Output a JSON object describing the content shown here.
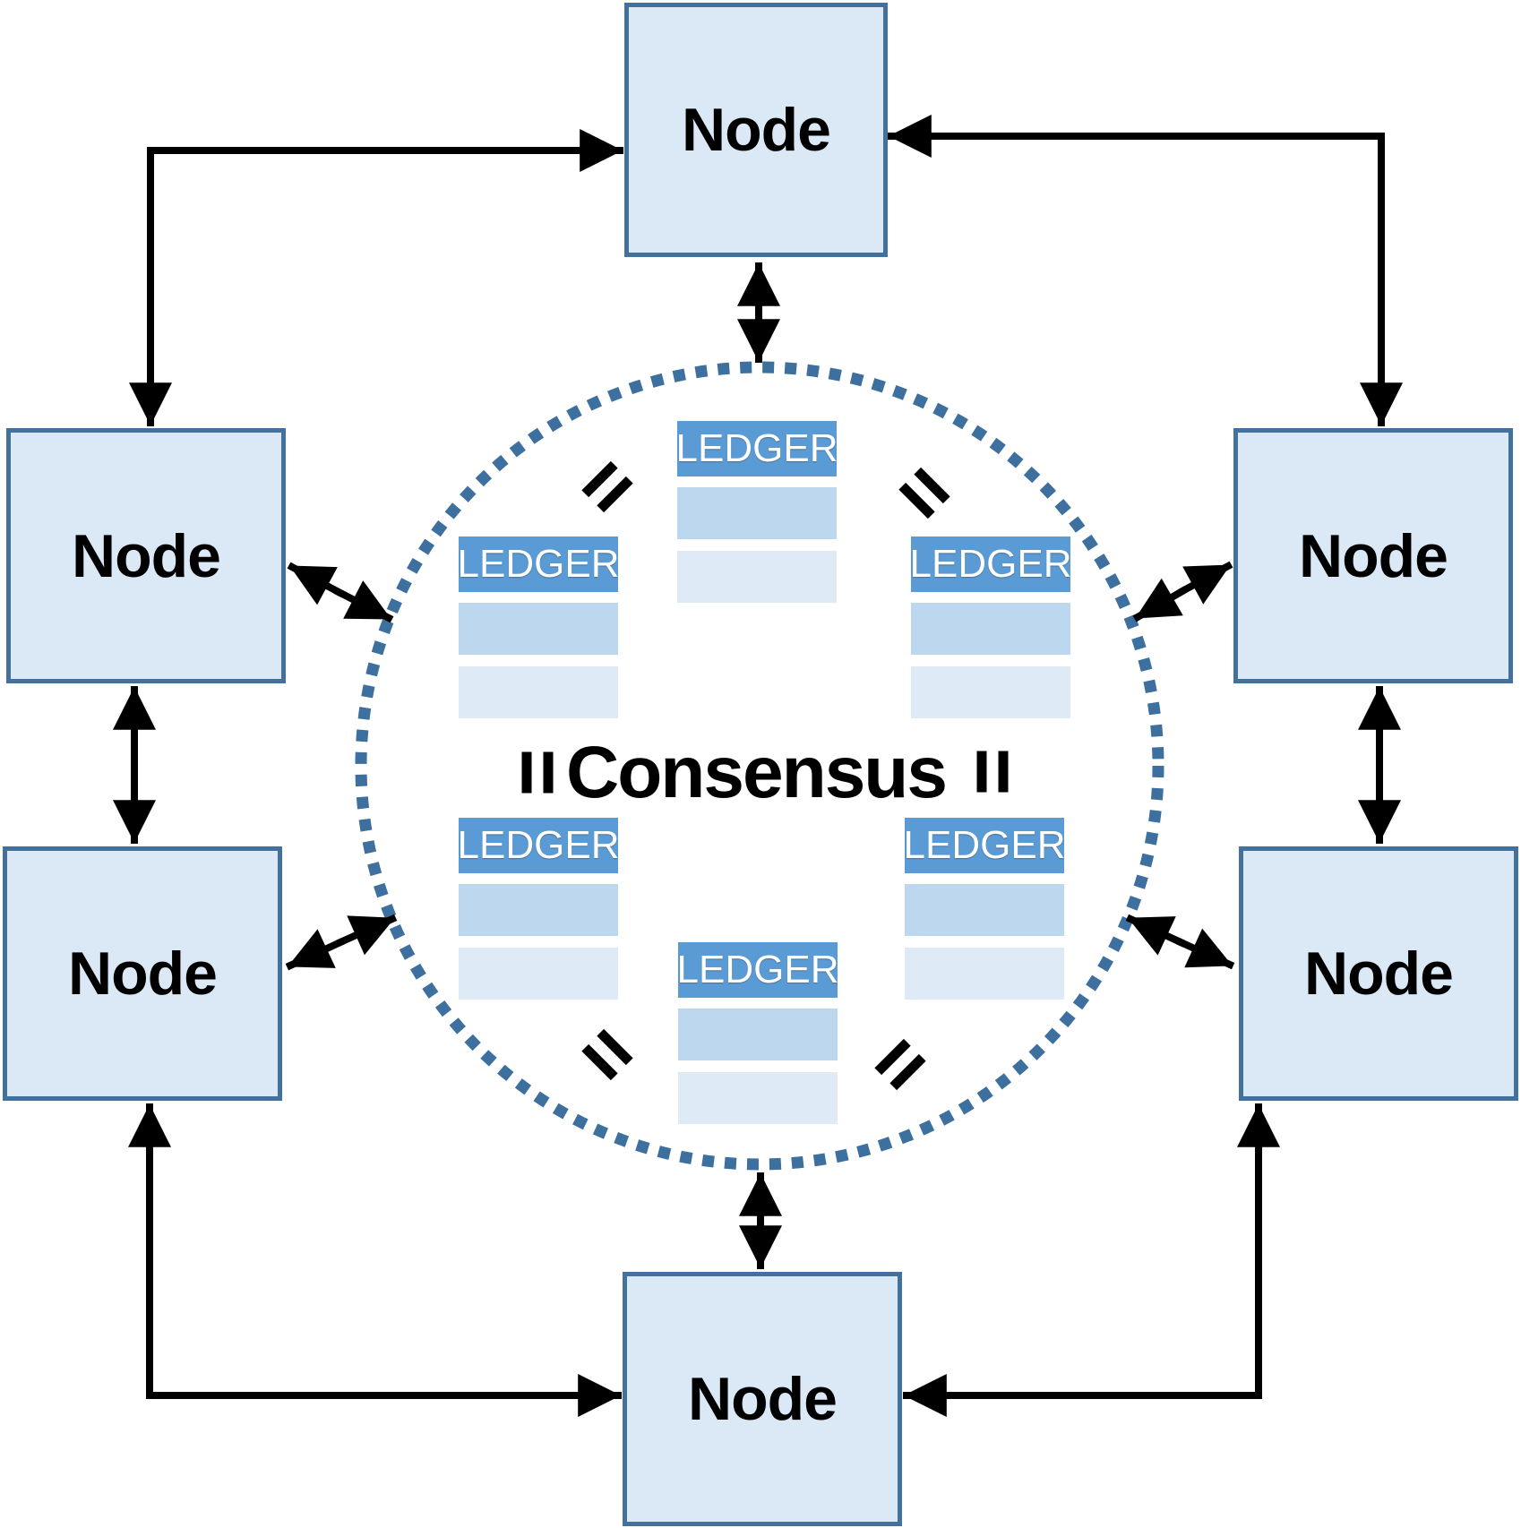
{
  "center": {
    "label": "Consensus"
  },
  "nodes": [
    {
      "id": "top",
      "label": "Node"
    },
    {
      "id": "left-upper",
      "label": "Node"
    },
    {
      "id": "right-upper",
      "label": "Node"
    },
    {
      "id": "left-lower",
      "label": "Node"
    },
    {
      "id": "right-lower",
      "label": "Node"
    },
    {
      "id": "bottom",
      "label": "Node"
    }
  ],
  "ledgers": [
    {
      "id": "top",
      "label": "LEDGER"
    },
    {
      "id": "left-upper",
      "label": "LEDGER"
    },
    {
      "id": "right-upper",
      "label": "LEDGER"
    },
    {
      "id": "left-lower",
      "label": "LEDGER"
    },
    {
      "id": "right-lower",
      "label": "LEDGER"
    },
    {
      "id": "bottom",
      "label": "LEDGER"
    }
  ],
  "equals_signs": [
    {
      "id": "upper-left",
      "icon": "equals-icon",
      "orientation_deg": -45
    },
    {
      "id": "upper-right",
      "icon": "equals-icon",
      "orientation_deg": 45
    },
    {
      "id": "middle-left",
      "icon": "equals-icon",
      "orientation_deg": 90
    },
    {
      "id": "middle-right",
      "icon": "equals-icon",
      "orientation_deg": 90
    },
    {
      "id": "lower-left",
      "icon": "equals-icon",
      "orientation_deg": 45
    },
    {
      "id": "lower-right",
      "icon": "equals-icon",
      "orientation_deg": -45
    }
  ],
  "colors": {
    "node_fill": "#dbe8f6",
    "node_border": "#41719c",
    "ledger_header": "#5b9bd5",
    "ledger_row_1": "#bdd7ee",
    "ledger_row_2": "#deebf7",
    "dotted_circle": "#3d6f9f",
    "arrows": "#000000",
    "node_text": "#000000",
    "ledger_text": "#ffffff"
  }
}
